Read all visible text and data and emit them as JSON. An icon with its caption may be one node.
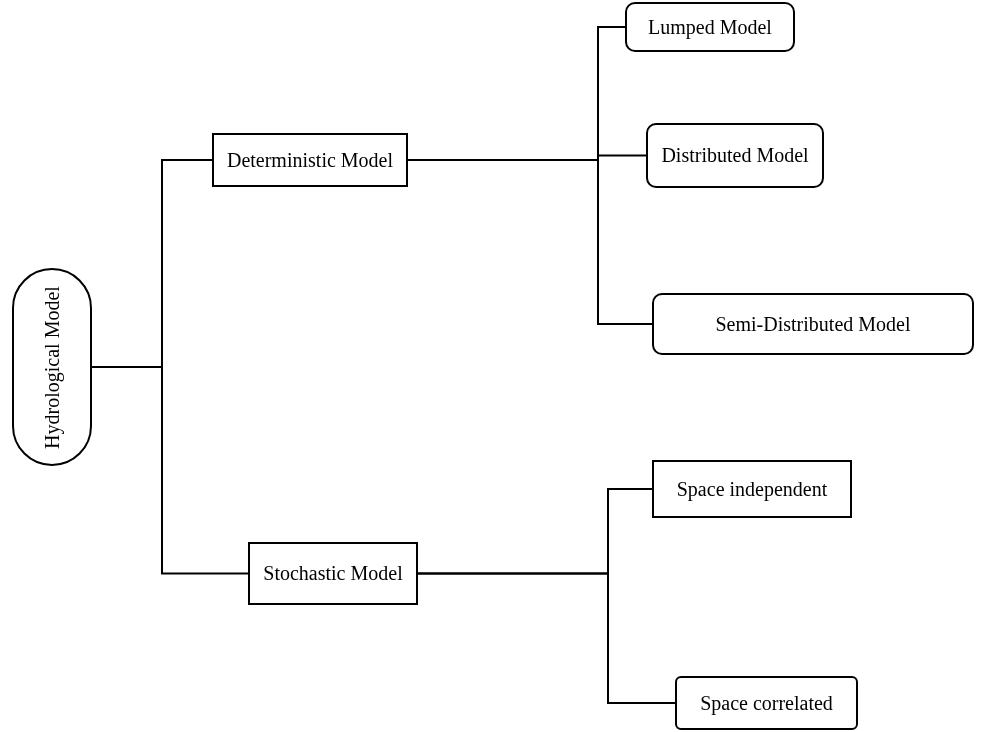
{
  "diagram": {
    "nodes": [
      {
        "text": [
          "Hydrological Model"
        ]
      },
      {
        "text": [
          "Deterministic Model"
        ]
      },
      {
        "text": [
          "Lumped Model"
        ]
      },
      {
        "text": [
          "Distributed Model"
        ]
      },
      {
        "text": [
          "Semi-Distributed Model"
        ]
      },
      {
        "text": [
          "Stochastic Model"
        ]
      },
      {
        "text": [
          "Space independent"
        ]
      },
      {
        "text": [
          "Space correlated"
        ]
      }
    ],
    "edges": [
      {
        "from": 0,
        "to": 1,
        "arrow": "none"
      },
      {
        "from": 0,
        "to": 5,
        "arrow": "none"
      },
      {
        "from": 1,
        "to": 2,
        "arrow": "none"
      },
      {
        "from": 1,
        "to": 3,
        "arrow": "none"
      },
      {
        "from": 1,
        "to": 4,
        "arrow": "none"
      },
      {
        "from": 5,
        "to": 6,
        "arrow": "none"
      },
      {
        "from": 5,
        "to": 7,
        "arrow": "none"
      }
    ]
  }
}
